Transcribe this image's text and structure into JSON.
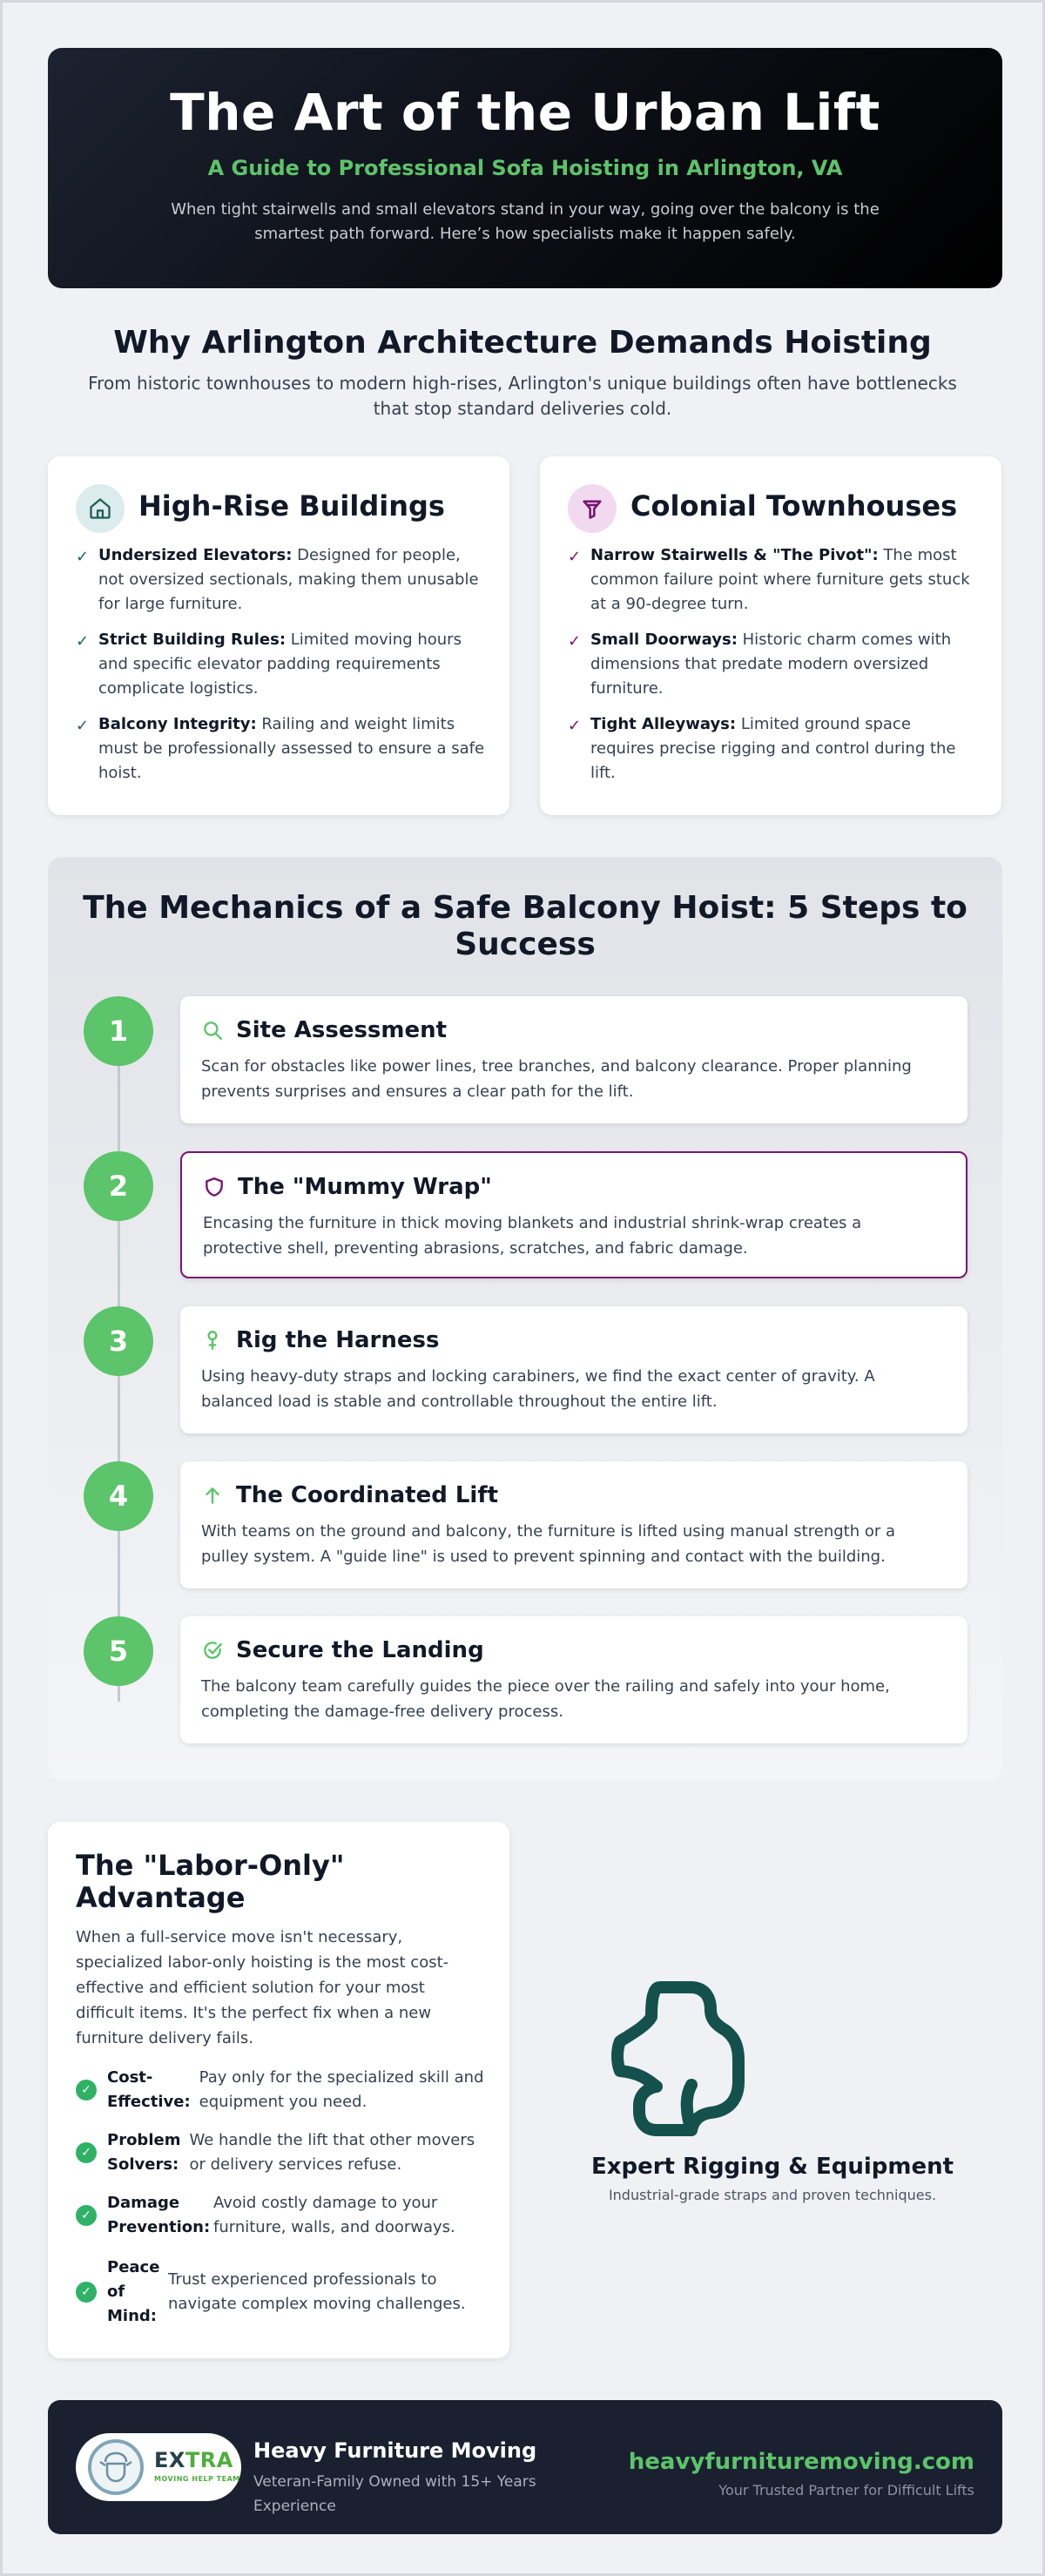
{
  "colors": {
    "accent_green": "#5cc46a",
    "teal": "#1f5f5b",
    "purple": "#7a1470",
    "dark": "#1a2030"
  },
  "hero": {
    "title": "The Art of the Urban Lift",
    "subtitle": "A Guide to Professional Sofa Hoisting in Arlington, VA",
    "description": "When tight stairwells and small elevators stand in your way, going over the balcony is the smartest path forward. Here’s how specialists make it happen safely."
  },
  "why": {
    "title": "Why Arlington Architecture Demands Hoisting",
    "subtitle": "From historic townhouses to modern high-rises, Arlington's unique buildings often have bottlenecks that stop standard deliveries cold.",
    "cards": [
      {
        "icon": "home-icon",
        "title": "High-Rise Buildings",
        "items": [
          {
            "label": "Undersized Elevators:",
            "text": "Designed for people, not oversized sectionals, making them unusable for large furniture."
          },
          {
            "label": "Strict Building Rules:",
            "text": "Limited moving hours and specific elevator padding requirements complicate logistics."
          },
          {
            "label": "Balcony Integrity:",
            "text": "Railing and weight limits must be professionally assessed to ensure a safe hoist."
          }
        ]
      },
      {
        "icon": "stairs-funnel-icon",
        "title": "Colonial Townhouses",
        "items": [
          {
            "label": "Narrow Stairwells & \"The Pivot\":",
            "text": "The most common failure point where furniture gets stuck at a 90-degree turn."
          },
          {
            "label": "Small Doorways:",
            "text": "Historic charm comes with dimensions that predate modern oversized furniture."
          },
          {
            "label": "Tight Alleyways:",
            "text": "Limited ground space requires precise rigging and control during the lift."
          }
        ]
      }
    ]
  },
  "steps": {
    "title": "The Mechanics of a Safe Balcony Hoist: 5 Steps to Success",
    "items": [
      {
        "num": "1",
        "icon": "search-icon",
        "title": "Site Assessment",
        "text": "Scan for obstacles like power lines, tree branches, and balcony clearance. Proper planning prevents surprises and ensures a clear path for the lift."
      },
      {
        "num": "2",
        "icon": "shield-icon",
        "title": "The \"Mummy Wrap\"",
        "text": "Encasing the furniture in thick moving blankets and industrial shrink-wrap creates a protective shell, preventing abrasions, scratches, and fabric damage."
      },
      {
        "num": "3",
        "icon": "harness-icon",
        "title": "Rig the Harness",
        "text": "Using heavy-duty straps and locking carabiners, we find the exact center of gravity. A balanced load is stable and controllable throughout the entire lift."
      },
      {
        "num": "4",
        "icon": "arrow-up-icon",
        "title": "The Coordinated Lift",
        "text": "With teams on the ground and balcony, the furniture is lifted using manual strength or a pulley system. A \"guide line\" is used to prevent spinning and contact with the building."
      },
      {
        "num": "5",
        "icon": "check-circle-icon",
        "title": "Secure the Landing",
        "text": "The balcony team carefully guides the piece over the railing and safely into your home, completing the damage-free delivery process."
      }
    ]
  },
  "labor": {
    "title": "The \"Labor-Only\" Advantage",
    "intro": "When a full-service move isn't necessary, specialized labor-only hoisting is the most cost-effective and efficient solution for your most difficult items. It's the perfect fix when a new furniture delivery fails.",
    "items": [
      {
        "label": "Cost-Effective:",
        "text": "Pay only for the specialized skill and equipment you need."
      },
      {
        "label": "Problem Solvers:",
        "text": "We handle the lift that other movers or delivery services refuse."
      },
      {
        "label": "Damage Prevention:",
        "text": "Avoid costly damage to your furniture, walls, and doorways."
      },
      {
        "label": "Peace of Mind:",
        "text": "Trust experienced professionals to navigate complex moving challenges."
      }
    ]
  },
  "rigging": {
    "icon": "rigging-equipment-icon",
    "title": "Expert Rigging & Equipment",
    "subtitle": "Industrial-grade straps and proven techniques."
  },
  "footer": {
    "logo_brand_a": "EX",
    "logo_brand_b": "TRA",
    "logo_tagline": "MOVING HELP TEAM",
    "company": "Heavy Furniture Moving",
    "description": "Veteran-Family Owned with 15+ Years Experience",
    "url": "heavyfurnituremoving.com",
    "tagline": "Your Trusted Partner for Difficult Lifts"
  }
}
